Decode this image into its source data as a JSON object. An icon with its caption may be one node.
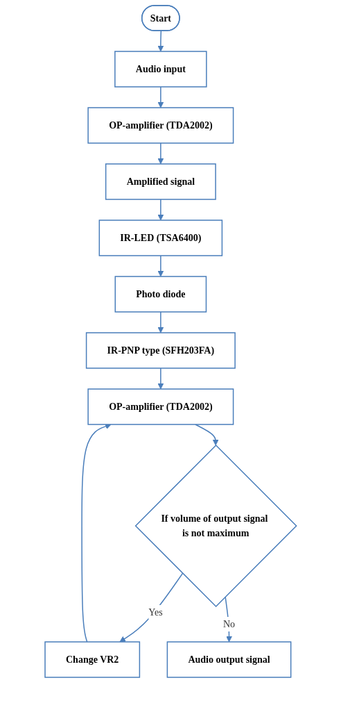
{
  "diagram": {
    "nodes": [
      {
        "text": [
          "Start"
        ]
      },
      {
        "text": [
          "Audio input"
        ]
      },
      {
        "text": [
          "OP-amplifier (TDA2002)"
        ]
      },
      {
        "text": [
          "Amplified signal"
        ]
      },
      {
        "text": [
          "IR-LED (TSA6400)"
        ]
      },
      {
        "text": [
          "Photo diode"
        ]
      },
      {
        "text": [
          "IR-PNP type (SFH203FA)"
        ]
      },
      {
        "text": [
          "OP-amplifier (TDA2002)"
        ]
      },
      {
        "text": [
          "If volume of output signal is not maximum"
        ]
      },
      {
        "text": [
          "Change VR2"
        ]
      },
      {
        "text": [
          "Audio output signal"
        ]
      }
    ],
    "edges": [
      {
        "from": 0,
        "to": 1,
        "arrow": "to"
      },
      {
        "from": 1,
        "to": 2,
        "arrow": "to"
      },
      {
        "from": 2,
        "to": 3,
        "arrow": "to"
      },
      {
        "from": 3,
        "to": 4,
        "arrow": "to"
      },
      {
        "from": 4,
        "to": 5,
        "arrow": "to"
      },
      {
        "from": 5,
        "to": 6,
        "arrow": "to"
      },
      {
        "from": 6,
        "to": 7,
        "arrow": "to"
      },
      {
        "from": 7,
        "to": 8,
        "arrow": "to"
      },
      {
        "from": 8,
        "to": 9,
        "arrow": "to",
        "label": "Yes"
      },
      {
        "from": 9,
        "to": 7,
        "arrow": "to"
      },
      {
        "from": 8,
        "to": 10,
        "arrow": "to",
        "label": "No"
      }
    ]
  }
}
